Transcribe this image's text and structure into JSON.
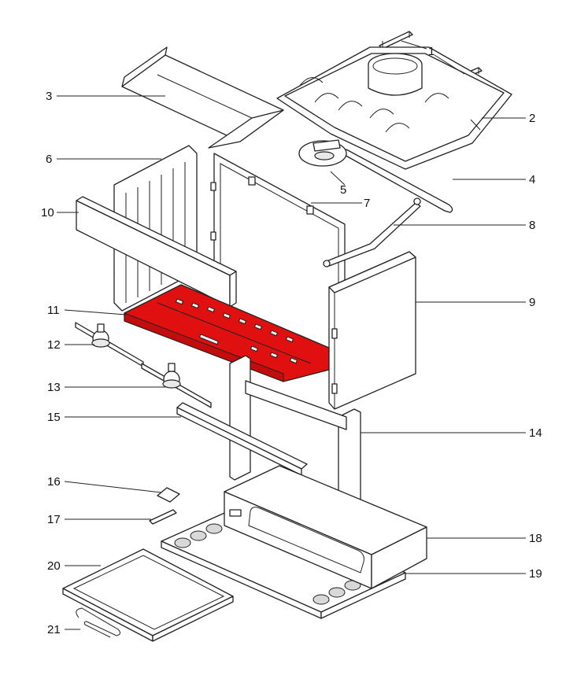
{
  "diagram": {
    "highlight_color": "#e01010",
    "highlighted_part": "11",
    "callouts": [
      {
        "id": "c1",
        "label": "1"
      },
      {
        "id": "c2",
        "label": "2"
      },
      {
        "id": "c3",
        "label": "3"
      },
      {
        "id": "c4",
        "label": "4"
      },
      {
        "id": "c5",
        "label": "5"
      },
      {
        "id": "c6",
        "label": "6"
      },
      {
        "id": "c7",
        "label": "7"
      },
      {
        "id": "c8",
        "label": "8"
      },
      {
        "id": "c9",
        "label": "9"
      },
      {
        "id": "c10",
        "label": "10"
      },
      {
        "id": "c11",
        "label": "11"
      },
      {
        "id": "c12",
        "label": "12"
      },
      {
        "id": "c13",
        "label": "13"
      },
      {
        "id": "c14",
        "label": "14"
      },
      {
        "id": "c15",
        "label": "15"
      },
      {
        "id": "c16",
        "label": "16"
      },
      {
        "id": "c17",
        "label": "17"
      },
      {
        "id": "c18",
        "label": "18"
      },
      {
        "id": "c19",
        "label": "19"
      },
      {
        "id": "c20",
        "label": "20"
      },
      {
        "id": "c21",
        "label": "21"
      }
    ]
  }
}
